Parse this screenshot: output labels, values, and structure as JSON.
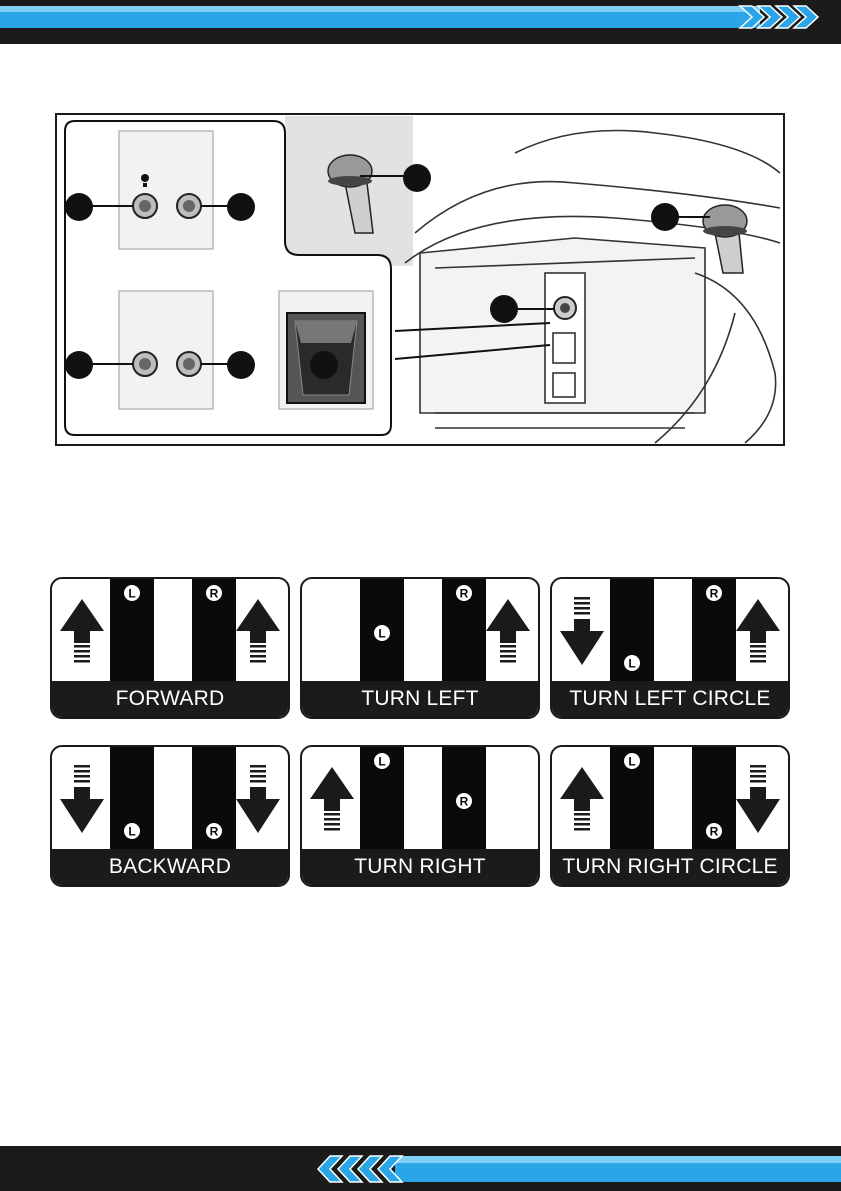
{
  "colors": {
    "accent_blue": "#2aa5e8",
    "bar_dark": "#1b1b1b",
    "frame_dark": "#1a1a1a"
  },
  "top_bar": {
    "icon": "chevron-right-icon"
  },
  "bottom_bar": {
    "icon": "chevron-left-icon"
  },
  "figure": {
    "icons": [
      "bulb-icon",
      "joystick-icon",
      "power-switch-icon",
      "charging-port-icon"
    ]
  },
  "directions": [
    {
      "label": "FORWARD",
      "left": "up",
      "right": "up",
      "left_lever": "L",
      "right_lever": "R"
    },
    {
      "label": "TURN LEFT",
      "left": "none",
      "right": "up",
      "left_lever": "L",
      "right_lever": "R"
    },
    {
      "label": "TURN LEFT CIRCLE",
      "left": "down",
      "right": "up",
      "left_lever": "L",
      "right_lever": "R"
    },
    {
      "label": "BACKWARD",
      "left": "down",
      "right": "down",
      "left_lever": "L",
      "right_lever": "R"
    },
    {
      "label": "TURN RIGHT",
      "left": "up",
      "right": "none",
      "left_lever": "L",
      "right_lever": "R"
    },
    {
      "label": "TURN RIGHT CIRCLE",
      "left": "up",
      "right": "down",
      "left_lever": "L",
      "right_lever": "R"
    }
  ]
}
